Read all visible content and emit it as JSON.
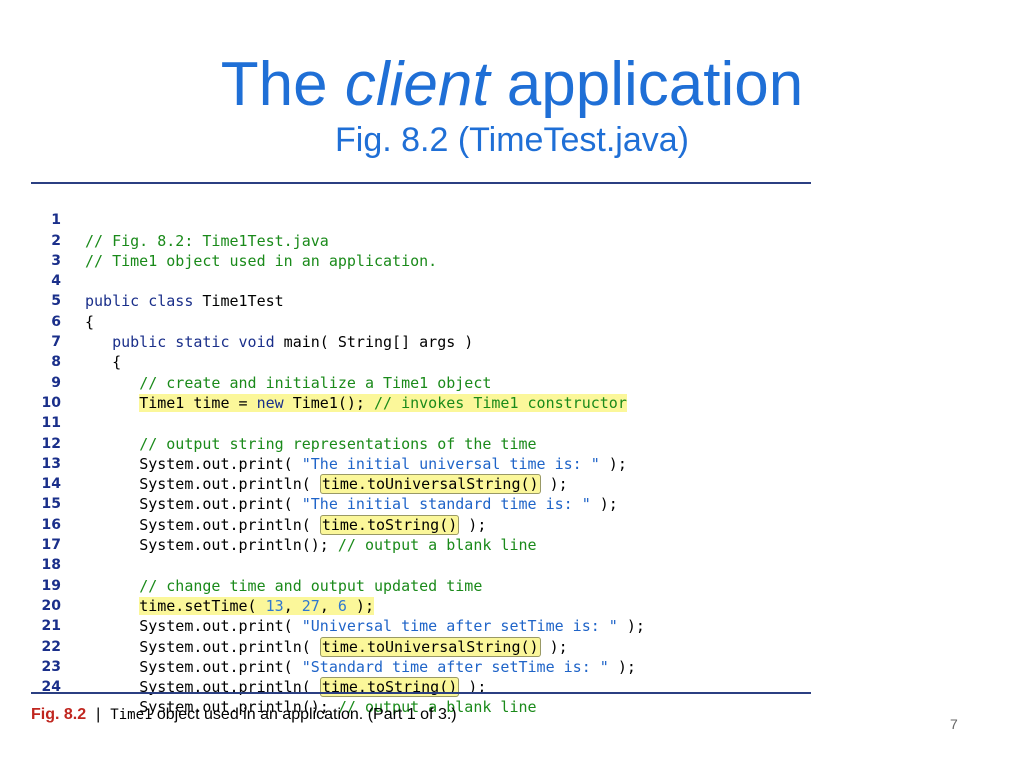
{
  "slide": {
    "title_pre": "The ",
    "title_italic": "client",
    "title_post": " application",
    "subtitle": "Fig. 8.2 (TimeTest.java)",
    "page_number": "7",
    "accent_color": "#1f6fd6"
  },
  "code": {
    "line_numbers": [
      "1",
      "2",
      "3",
      "4",
      "5",
      "6",
      "7",
      "8",
      "9",
      "10",
      "11",
      "12",
      "13",
      "14",
      "15",
      "16",
      "17",
      "18",
      "19",
      "20",
      "21",
      "22",
      "23",
      "24"
    ],
    "l1": {
      "comment": "// Fig. 8.2: Time1Test.java"
    },
    "l2": {
      "comment": "// Time1 object used in an application."
    },
    "l4": {
      "kw": "public class",
      "text": " Time1Test"
    },
    "l5": {
      "text": "{"
    },
    "l6": {
      "kw": "public static void",
      "text": " main( String[] args )"
    },
    "l7": {
      "text": "{"
    },
    "l8": {
      "comment": "// create and initialize a Time1 object"
    },
    "l9": {
      "text1": "Time1 time = ",
      "kw": "new",
      "text2": " Time1(); ",
      "comment": "// invokes Time1 constructor"
    },
    "l11": {
      "comment": "// output string representations of the time"
    },
    "l12": {
      "text1": "System.out.print( ",
      "str": "\"The initial universal time is: \"",
      "text2": " );"
    },
    "l13": {
      "text1": "System.out.println( ",
      "hl": "time.toUniversalString()",
      "text2": " );"
    },
    "l14": {
      "text1": "System.out.print( ",
      "str": "\"The initial standard time is: \"",
      "text2": " );"
    },
    "l15": {
      "text1": "System.out.println( ",
      "hl": "time.toString()",
      "text2": " );"
    },
    "l16": {
      "text1": "System.out.println(); ",
      "comment": "// output a blank line"
    },
    "l18": {
      "comment": "// change time and output updated time"
    },
    "l19": {
      "text1": "time.setTime( ",
      "n1": "13",
      "sep1": ", ",
      "n2": "27",
      "sep2": ", ",
      "n3": "6",
      "text2": " );"
    },
    "l20": {
      "text1": "System.out.print( ",
      "str": "\"Universal time after setTime is: \"",
      "text2": " );"
    },
    "l21": {
      "text1": "System.out.println( ",
      "hl": "time.toUniversalString()",
      "text2": " );"
    },
    "l22": {
      "text1": "System.out.print( ",
      "str": "\"Standard time after setTime is: \"",
      "text2": " );"
    },
    "l23": {
      "text1": "System.out.println( ",
      "hl": "time.toString()",
      "text2": " );"
    },
    "l24": {
      "text1": "System.out.println(); ",
      "comment": "// output a blank line"
    }
  },
  "caption": {
    "fig": "Fig. 8.2",
    "separator": "|",
    "mono": "Time1",
    "text": " object used in an application. (Part 1 of 3.)"
  }
}
